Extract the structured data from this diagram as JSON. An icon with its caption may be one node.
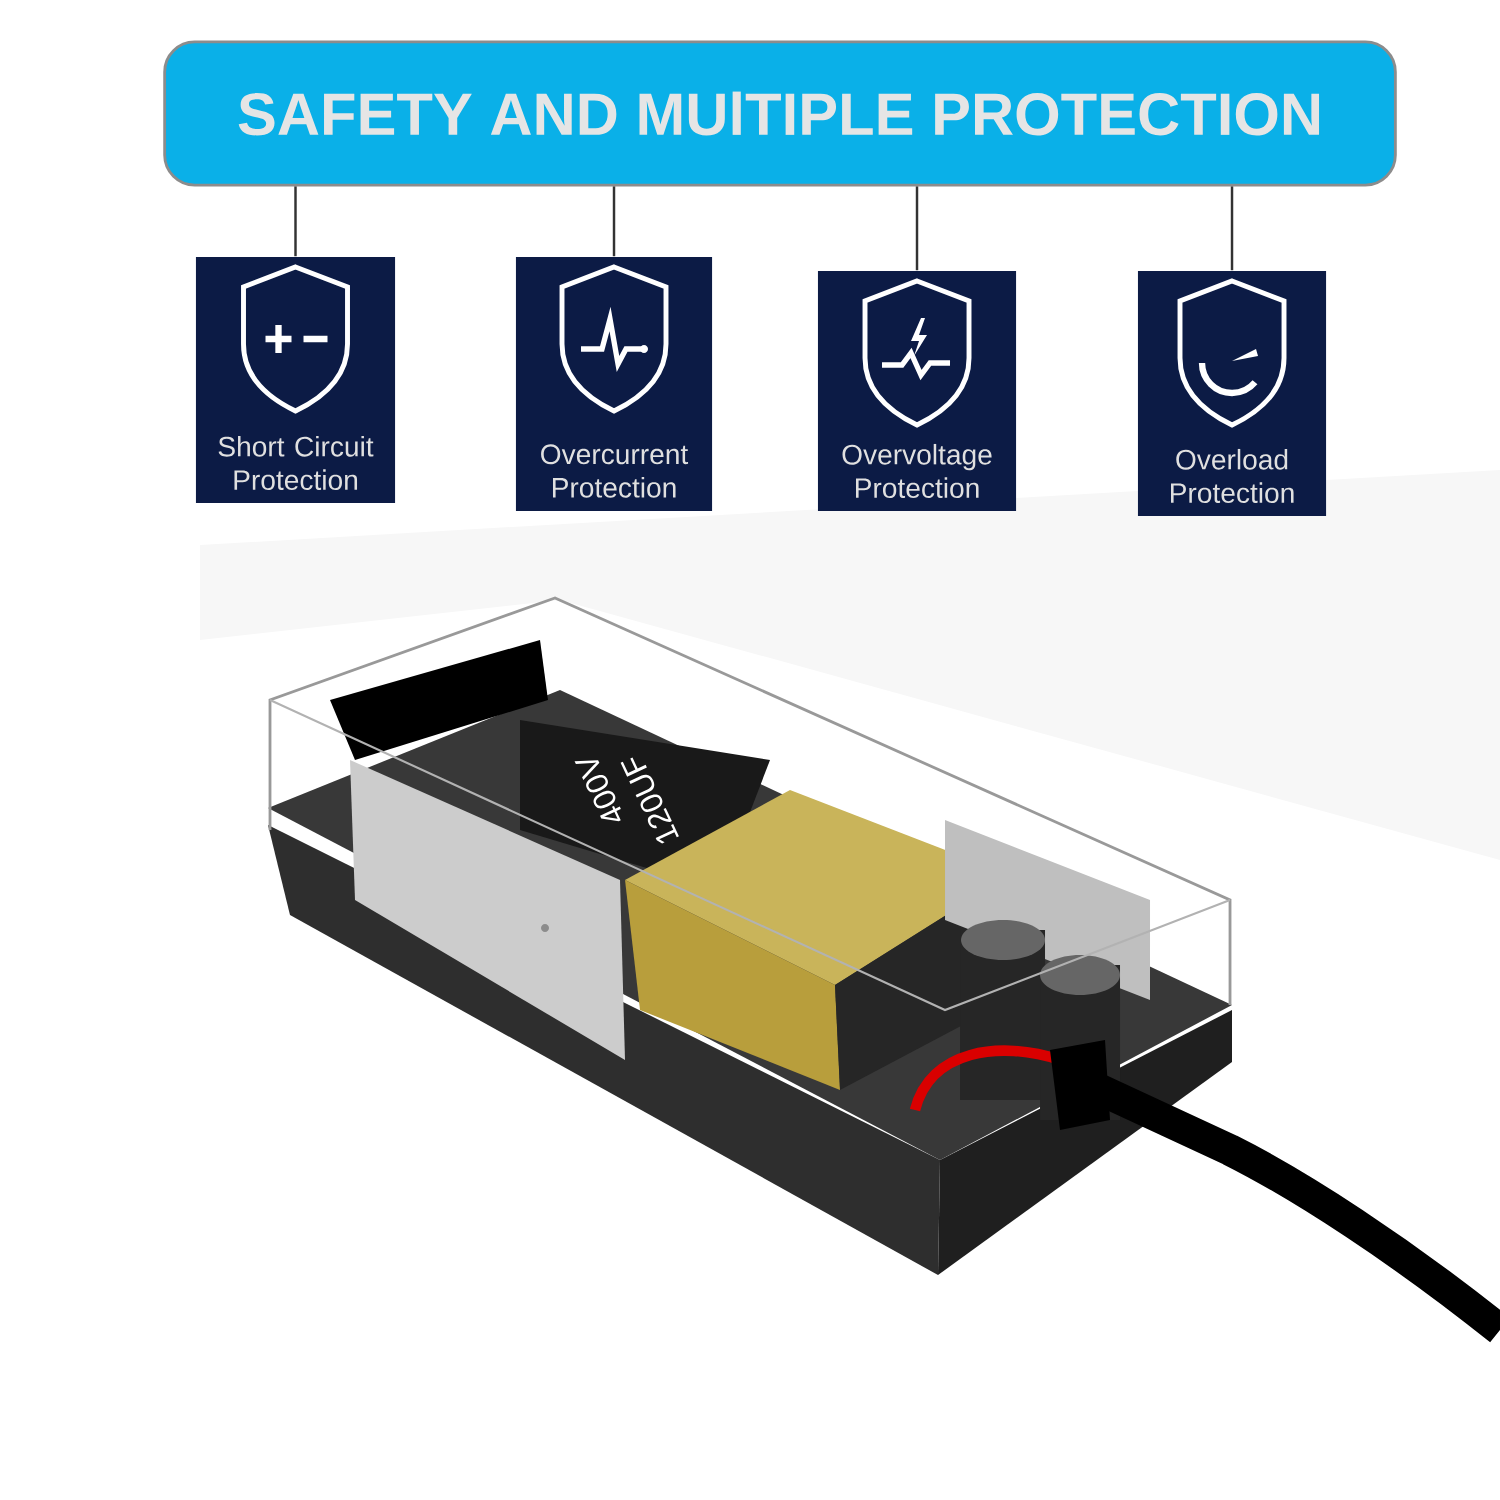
{
  "diagram": {
    "nodes": [
      {
        "text": [
          "SAFETY AND MUlTIPLE PROTECTION"
        ]
      },
      {
        "text": [
          "Short Circuit Protection"
        ]
      },
      {
        "text": [
          "Overcurrent Protection"
        ]
      },
      {
        "text": [
          "Overvoltage Protection"
        ]
      },
      {
        "text": [
          "Overload Protection"
        ]
      }
    ],
    "edges": [
      {
        "from": 0,
        "to": 1,
        "arrow": "none"
      },
      {
        "from": 0,
        "to": 2,
        "arrow": "none"
      },
      {
        "from": 0,
        "to": 3,
        "arrow": "none"
      },
      {
        "from": 0,
        "to": 4,
        "arrow": "none"
      }
    ],
    "labels": [
      "400V",
      "120UF"
    ]
  }
}
